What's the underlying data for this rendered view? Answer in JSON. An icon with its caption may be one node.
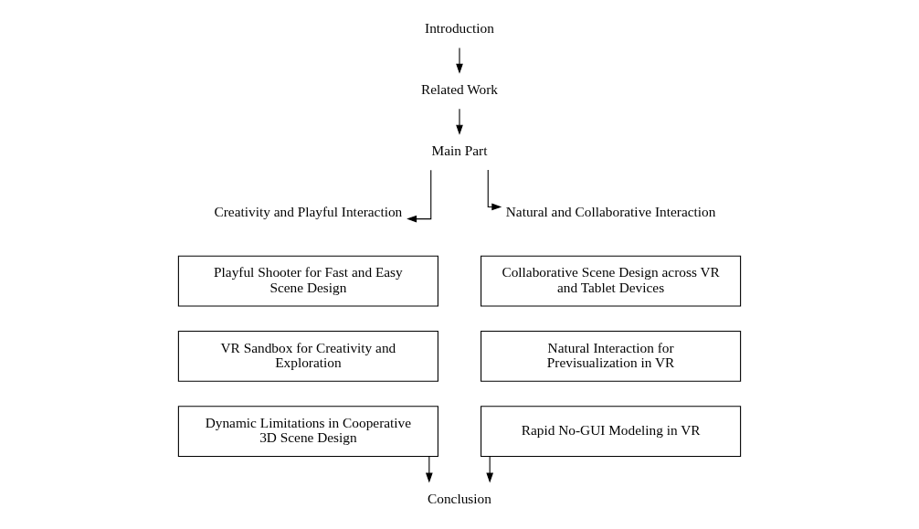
{
  "diagram": {
    "nodes": [
      {
        "text": [
          "Introduction"
        ]
      },
      {
        "text": [
          "Related Work"
        ]
      },
      {
        "text": [
          "Main Part"
        ]
      },
      {
        "text": [
          "Creativity and Playful Interaction"
        ]
      },
      {
        "text": [
          "Playful Shooter for Fast and Easy Scene Design"
        ]
      },
      {
        "text": [
          "VR Sandbox for Creativity and Exploration"
        ]
      },
      {
        "text": [
          "Dynamic Limitations in Cooperative 3D Scene Design"
        ]
      },
      {
        "text": [
          "Natural and Collaborative Interaction"
        ]
      },
      {
        "text": [
          "Collaborative Scene Design across VR and Tablet Devices"
        ]
      },
      {
        "text": [
          "Natural Interaction for Previsualization in VR"
        ]
      },
      {
        "text": [
          "Rapid No-GUI Modeling in VR"
        ]
      },
      {
        "text": [
          "Conclusion"
        ]
      }
    ],
    "edges": [
      {
        "from": 0,
        "to": 1,
        "arrow": "to"
      },
      {
        "from": 1,
        "to": 2,
        "arrow": "to"
      },
      {
        "from": 2,
        "to": 3,
        "arrow": "to"
      },
      {
        "from": 2,
        "to": 7,
        "arrow": "to"
      },
      {
        "from": 6,
        "to": 11,
        "arrow": "to"
      },
      {
        "from": 10,
        "to": 11,
        "arrow": "to"
      }
    ]
  }
}
